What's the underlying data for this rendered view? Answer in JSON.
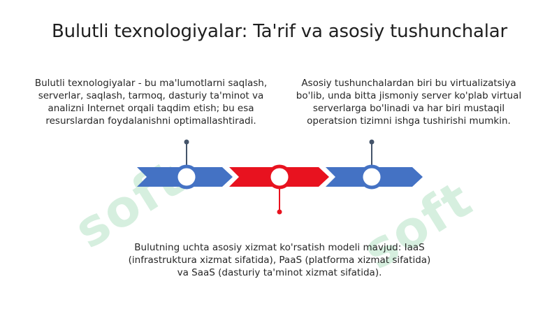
{
  "title": "Bulutli texnologiyalar: Ta'rif va asosiy tushunchalar",
  "watermark": "soft",
  "points": [
    {
      "text": "Bulutli texnologiyalar - bu ma'lumotlarni saqlash, serverlar, saqlash, tarmoq, dasturiy ta'minot va analizni Internet orqali taqdim etish; bu esa resurslardan foydalanishni optimallashtiradi.",
      "color": "#4472c4",
      "position": "above"
    },
    {
      "text": "Bulutning uchta asosiy xizmat ko'rsatish modeli mavjud: IaaS (infrastruktura xizmat sifatida), PaaS (platforma xizmat sifatida) va SaaS (dasturiy ta'minot xizmat sifatida).",
      "color": "#e8121f",
      "position": "below"
    },
    {
      "text": "Asosiy tushunchalardan biri bu virtualizatsiya bo'lib, unda bitta jismoniy server ko'plab virtual serverlarga bo'linadi va har biri mustaqil operatsion tizimni ishga tushirishi mumkin.",
      "color": "#4472c4",
      "position": "above"
    }
  ],
  "colors": {
    "blue": "#4472c4",
    "red": "#e8121f",
    "connector_blue": "#44546a",
    "watermark": "#c9ead5"
  }
}
